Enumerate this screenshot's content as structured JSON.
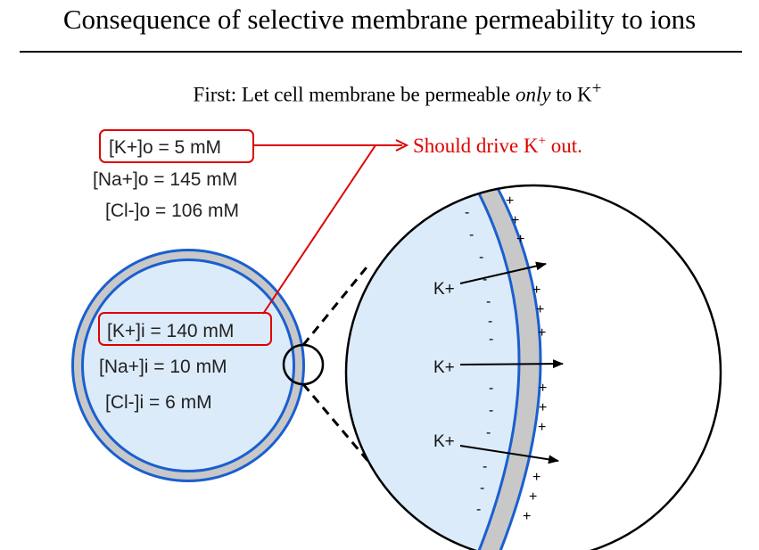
{
  "title": "Consequence of selective membrane permeability to ions",
  "subtitle": {
    "prefix": "First: Let cell membrane be permeable ",
    "emphasis": "only",
    "middle": " to K",
    "sup": "+"
  },
  "outside": {
    "k": "[K+]o = 5 mM",
    "na": "[Na+]o = 145 mM",
    "cl": "[Cl-]o = 106 mM"
  },
  "inside": {
    "k": "[K+]i = 140 mM",
    "na": "[Na+]i = 10 mM",
    "cl": "[Cl-]i = 6 mM"
  },
  "callout": {
    "prefix": "Should drive K",
    "sup": "+",
    "suffix": " out."
  },
  "zoom": {
    "ion_label": "K+",
    "neg": "-",
    "pos": "+"
  },
  "colors": {
    "membrane_blue": "#1a5fd0",
    "membrane_gray": "#c8c8c8",
    "cytoplasm": "#dcebfa",
    "highlight_red": "#e00000"
  }
}
